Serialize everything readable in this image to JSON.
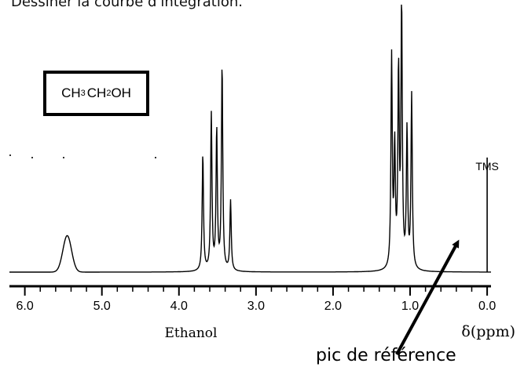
{
  "header": {
    "text": "Dessiner la courbe d'intégration."
  },
  "molecule": {
    "parts": [
      "CH",
      "3",
      "CH",
      "2",
      "OH"
    ]
  },
  "chart_data": {
    "type": "line",
    "title": "Ethanol",
    "xlabel": "δ(ppm)",
    "ylabel": "",
    "xlim": [
      6.2,
      -0.05
    ],
    "x_reversed": true,
    "ticks": [
      {
        "value": 6.0,
        "label": "6.0"
      },
      {
        "value": 5.0,
        "label": "5.0"
      },
      {
        "value": 4.0,
        "label": "4.0"
      },
      {
        "value": 3.0,
        "label": "3.0"
      },
      {
        "value": 2.0,
        "label": "2.0"
      },
      {
        "value": 1.0,
        "label": "1.0"
      },
      {
        "value": 0.0,
        "label": "0.0"
      }
    ],
    "peaks": [
      {
        "group": "OH",
        "delta": 5.45,
        "height": 0.14,
        "shape": "broad"
      },
      {
        "group": "CH2",
        "delta": 3.69,
        "height": 0.45
      },
      {
        "group": "CH2",
        "delta": 3.58,
        "height": 0.6
      },
      {
        "group": "CH2",
        "delta": 3.51,
        "height": 0.54
      },
      {
        "group": "CH2",
        "delta": 3.44,
        "height": 0.79
      },
      {
        "group": "CH2",
        "delta": 3.33,
        "height": 0.27
      },
      {
        "group": "CH3",
        "delta": 1.24,
        "height": 0.81
      },
      {
        "group": "CH3",
        "delta": 1.2,
        "height": 0.45
      },
      {
        "group": "CH3",
        "delta": 1.15,
        "height": 0.75
      },
      {
        "group": "CH3",
        "delta": 1.11,
        "height": 1.0
      },
      {
        "group": "CH3",
        "delta": 1.04,
        "height": 0.53
      },
      {
        "group": "CH3",
        "delta": 0.98,
        "height": 0.67
      },
      {
        "group": "TMS",
        "delta": 0.0,
        "height": 0.44,
        "shape": "stick"
      }
    ],
    "annotations": {
      "tms": "TMS",
      "reference": "pic de référence"
    }
  }
}
